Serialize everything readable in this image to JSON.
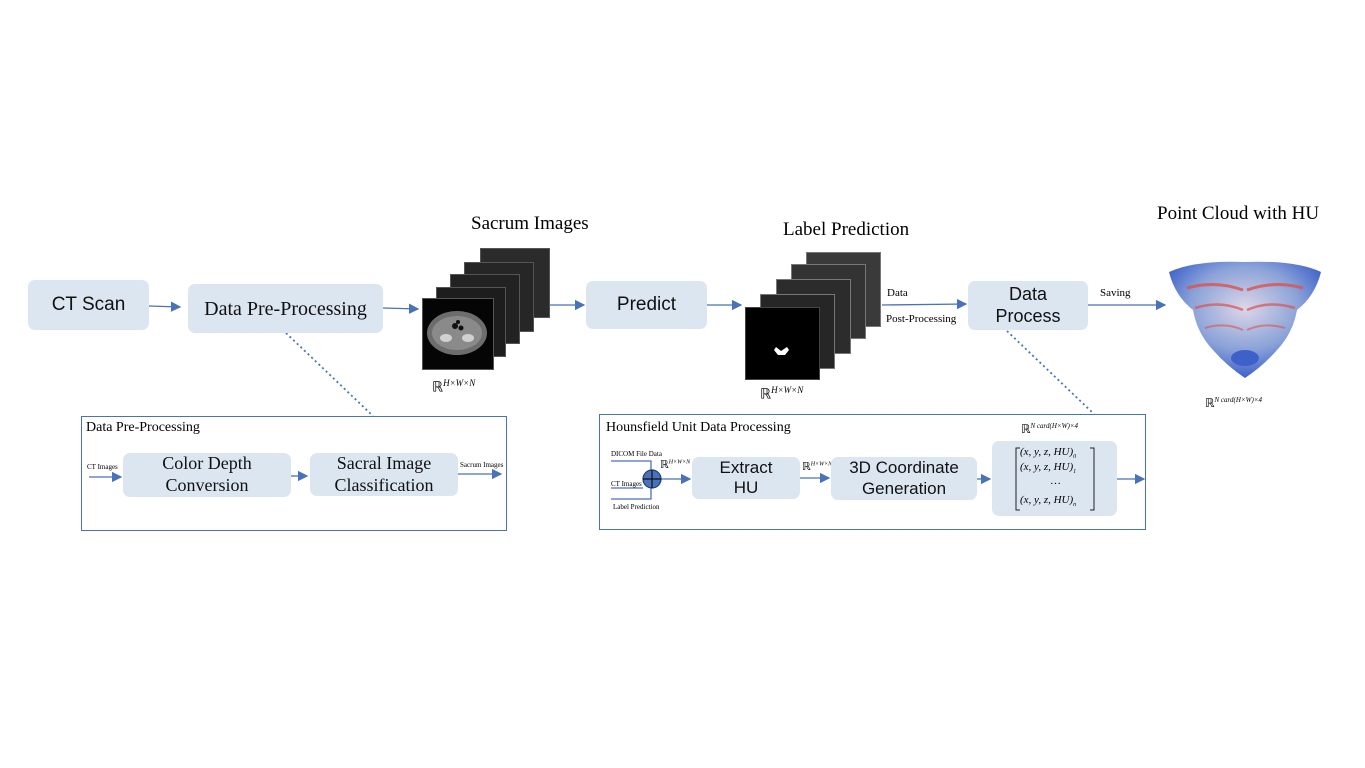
{
  "main": {
    "ct_scan": "CT Scan",
    "data_preprocessing": "Data Pre-Processing",
    "sacrum_images_title": "Sacrum Images",
    "sacrum_dims": "ℝ",
    "sacrum_dims_sup": "H×W×N",
    "predict": "Predict",
    "label_prediction_title": "Label Prediction",
    "label_dims": "ℝ",
    "label_dims_sup": "H×W×N",
    "edge_data": "Data",
    "edge_post": "Post-Processing",
    "data_process_line1": "Data",
    "data_process_line2": "Process",
    "edge_saving": "Saving",
    "point_cloud_title": "Point Cloud with HU",
    "point_cloud_dims": "ℝ",
    "point_cloud_dims_sup": "N card(H×W)×4"
  },
  "preprocessing_panel": {
    "title": "Data Pre-Processing",
    "input": "CT Images",
    "step1_line1": "Color Depth",
    "step1_line2": "Conversion",
    "step2_line1": "Sacral Image",
    "step2_line2": "Classification",
    "output": "Sacrum Images"
  },
  "hu_panel": {
    "title": "Hounsfield  Unit  Data Processing",
    "input_dicom": "DICOM File Data",
    "input_ct": "CT Images",
    "input_label": "Label Prediction",
    "dims_a": "ℝ",
    "dims_a_sup": "H×W×N",
    "extract_line1": "Extract",
    "extract_line2": "HU",
    "dims_b": "ℝ",
    "dims_b_sup": "H×W×N",
    "coord_line1": "3D Coordinate",
    "coord_line2": "Generation",
    "matrix_dims": "ℝ",
    "matrix_dims_sup": "N card(H×W)×4",
    "matrix_row1": "(x, y, z, HU)",
    "matrix_row1_sub": "0",
    "matrix_row2": "(x, y, z, HU)",
    "matrix_row2_sub": "1",
    "matrix_row3": "…",
    "matrix_row4": "(x, y, z, HU)",
    "matrix_row4_sub": "n"
  },
  "colors": {
    "box_fill": "#dce6f1",
    "arrow": "#4a72b8",
    "panel_border": "#4a72b8"
  }
}
